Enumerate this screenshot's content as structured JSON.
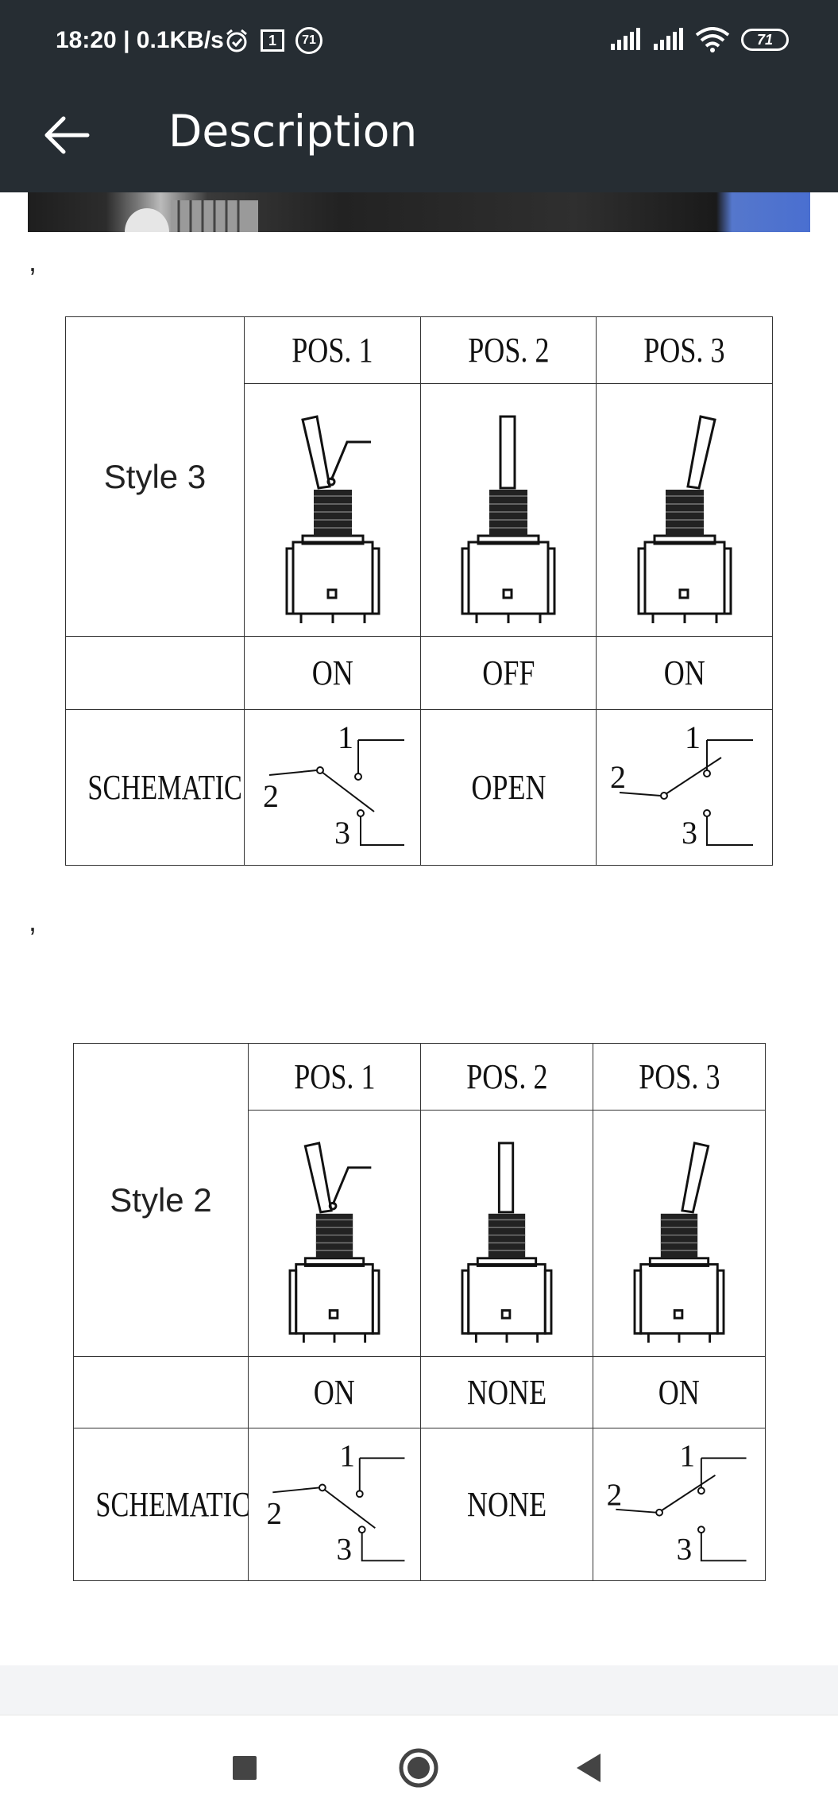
{
  "status": {
    "time_speed": "18:20 | 0.1KB/s",
    "notif_badge": "1",
    "count_badge": "71",
    "battery": "71"
  },
  "appbar": {
    "title": "Description"
  },
  "separators": [
    ",",
    ","
  ],
  "table_style3": {
    "style_label": "Style 3",
    "positions": [
      "POS. 1",
      "POS. 2",
      "POS. 3"
    ],
    "states": [
      "ON",
      "OFF",
      "ON"
    ],
    "schematic_label": "SCHEMATIC",
    "middle_schematic": "OPEN",
    "terminals": [
      "1",
      "2",
      "3"
    ]
  },
  "table_style2": {
    "style_label": "Style 2",
    "positions": [
      "POS. 1",
      "POS. 2",
      "POS. 3"
    ],
    "states": [
      "ON",
      "NONE",
      "ON"
    ],
    "schematic_label": "SCHEMATIC",
    "middle_schematic": "NONE",
    "terminals": [
      "1",
      "2",
      "3"
    ]
  },
  "colors": {
    "header": "#262d33",
    "nav_gap": "#f3f4f6"
  }
}
